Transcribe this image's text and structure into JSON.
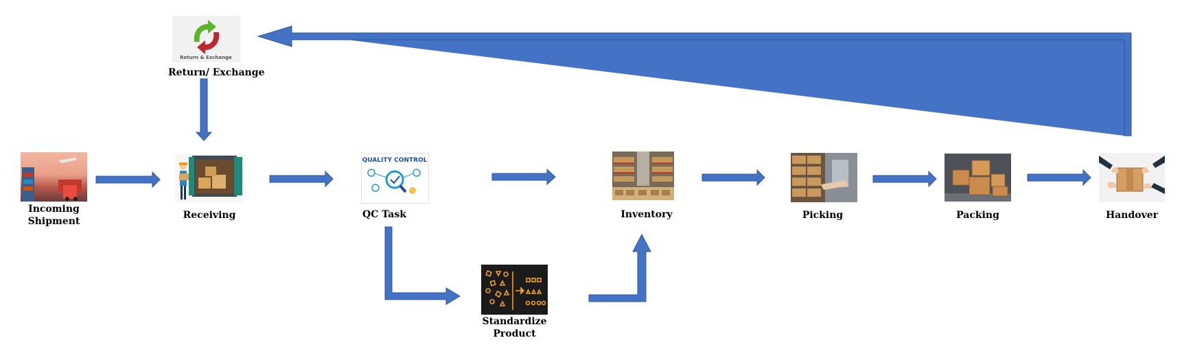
{
  "nodes": {
    "return_exchange": {
      "label": "Return/ Exchange",
      "icon_text": "Return & Exchange"
    },
    "incoming": {
      "label_line1": "Incoming",
      "label_line2": "Shipment"
    },
    "receiving": {
      "label": "Receiving"
    },
    "qc": {
      "label": "QC Task",
      "icon_text": "QUALITY CONTROL"
    },
    "standardize": {
      "label_line1": "Standardize",
      "label_line2": "Product"
    },
    "inventory": {
      "label": "Inventory"
    },
    "picking": {
      "label": "Picking"
    },
    "packing": {
      "label": "Packing"
    },
    "handover": {
      "label": "Handover"
    }
  },
  "colors": {
    "arrow": "#4472C4",
    "arrow_stroke": "#2F5597"
  }
}
